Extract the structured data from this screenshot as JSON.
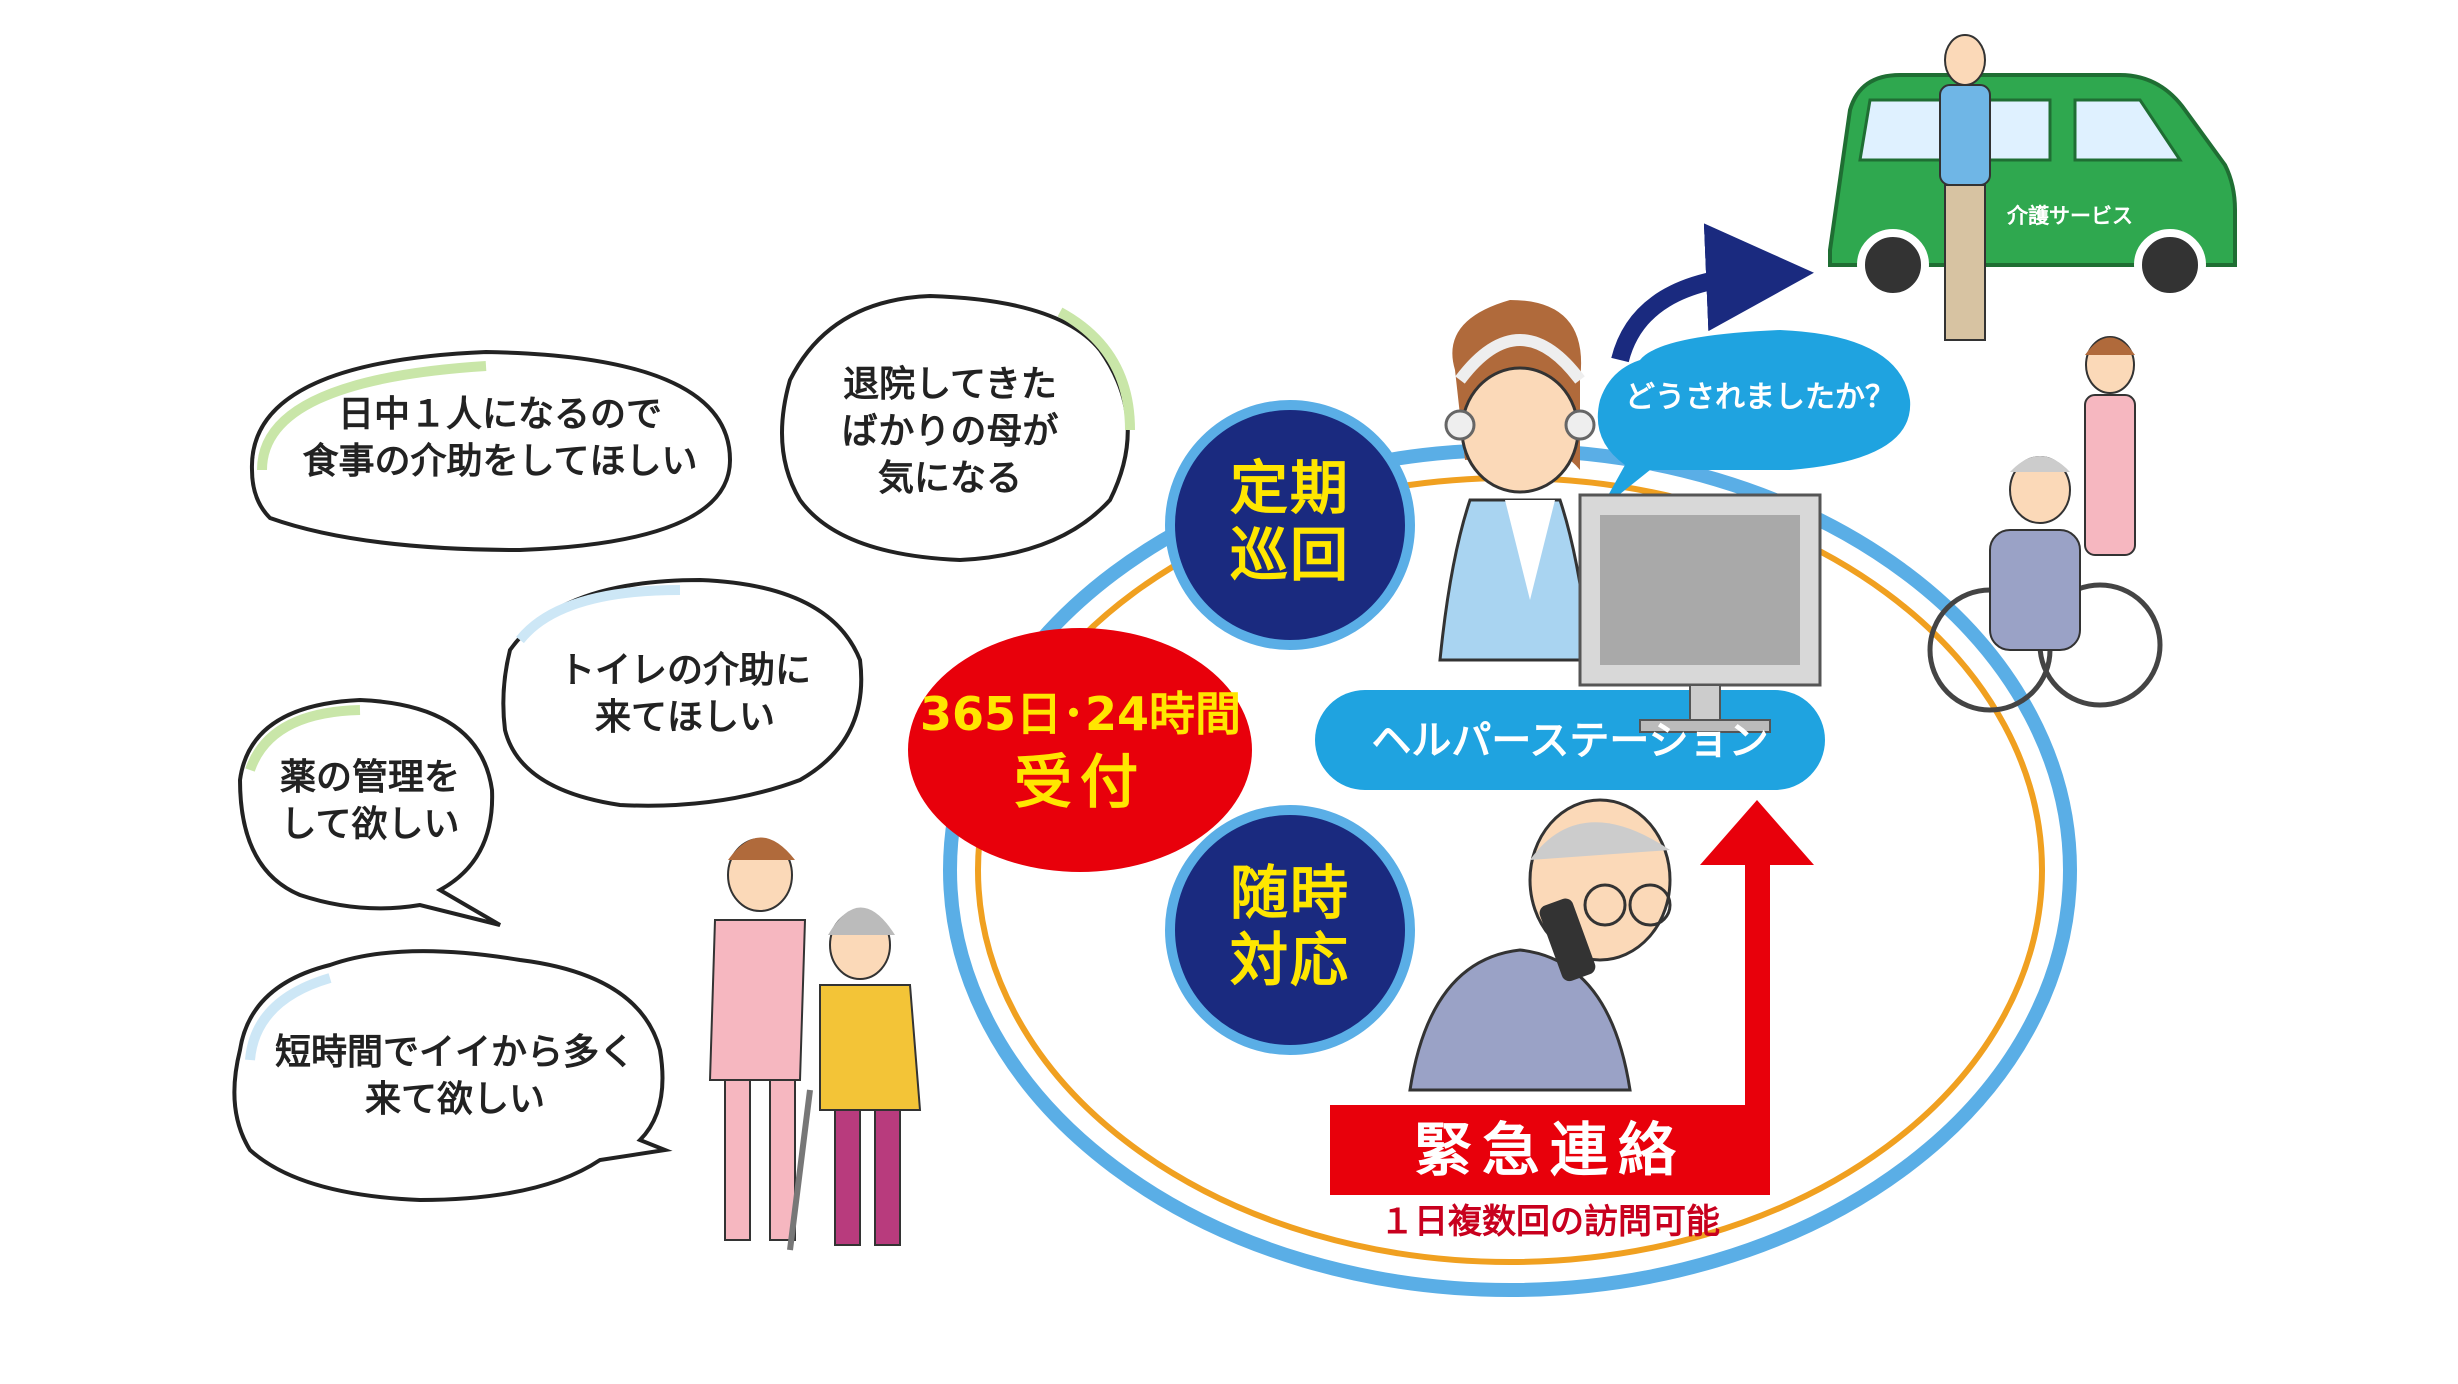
{
  "bubbles": [
    {
      "line1": "日中１人になるので",
      "line2": "食事の介助をしてほしい"
    },
    {
      "line1": "退院してきた",
      "line2": "ばかりの母が",
      "line3": "気になる"
    },
    {
      "line1": "トイレの介助に",
      "line2": "来てほしい"
    },
    {
      "line1": "薬の管理を",
      "line2": "して欲しい"
    },
    {
      "line1": "短時間でイイから多く",
      "line2": "来て欲しい"
    }
  ],
  "services": {
    "regular_line1": "定期",
    "regular_line2": "巡回",
    "ondemand_line1": "随時",
    "ondemand_line2": "対応"
  },
  "reception": {
    "line1": "365日･24時間",
    "line2": "受付"
  },
  "station": {
    "label": "ヘルパーステーション",
    "speech": "どうされましたか？"
  },
  "emergency": {
    "label": "緊急連絡",
    "note": "１日複数回の訪問可能"
  },
  "van": {
    "label": "介護サービス"
  },
  "colors": {
    "navy": "#1a2a7f",
    "red": "#e8000b",
    "yellow": "#ffe600",
    "sky": "#1fa3e0",
    "ring_blue": "#5aaee6",
    "ring_orange": "#f0a020",
    "van_green": "#2fa84f"
  }
}
